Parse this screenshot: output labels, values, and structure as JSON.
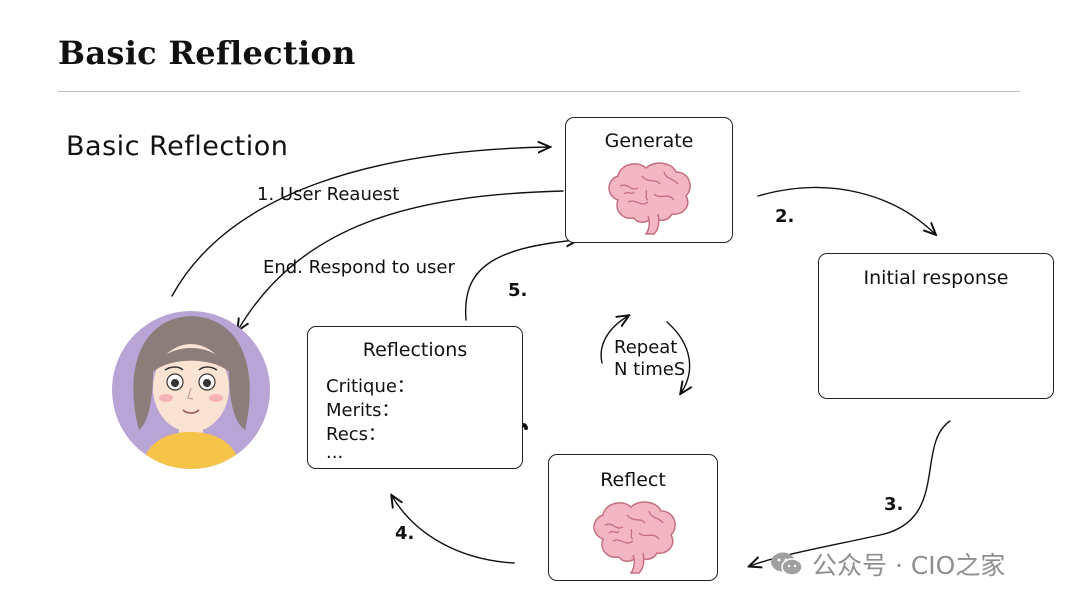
{
  "header": {
    "title": "Basic Reflection"
  },
  "diagram": {
    "heading": "Basic Reflection",
    "nodes": {
      "generate": {
        "title": "Generate",
        "icon": "brain-icon"
      },
      "initial_response": {
        "title": "Initial response"
      },
      "reflect": {
        "title": "Reflect",
        "icon": "brain-icon"
      },
      "reflections": {
        "title": "Reflections",
        "lines": [
          "Critique：",
          "Merits：",
          "Recs：",
          "..."
        ]
      },
      "user": {
        "icon": "user-avatar-icon"
      }
    },
    "edges": {
      "user_request": "1. User Reauest",
      "respond": "End. Respond to user",
      "step2": "2.",
      "step3": "3.",
      "step4": "4.",
      "step5": "5.",
      "repeat_line1": "Repeat",
      "repeat_line2": "N timeS"
    }
  },
  "watermark": {
    "text": "公众号 · CIO之家",
    "icon": "wechat-icon"
  },
  "colors": {
    "brain": "#f3b6c2",
    "brain_line": "#c4707f",
    "avatar_bg": "#b9a4d6",
    "hair": "#8c7d7a",
    "skin": "#fbe3d3",
    "shirt": "#f6c448"
  }
}
